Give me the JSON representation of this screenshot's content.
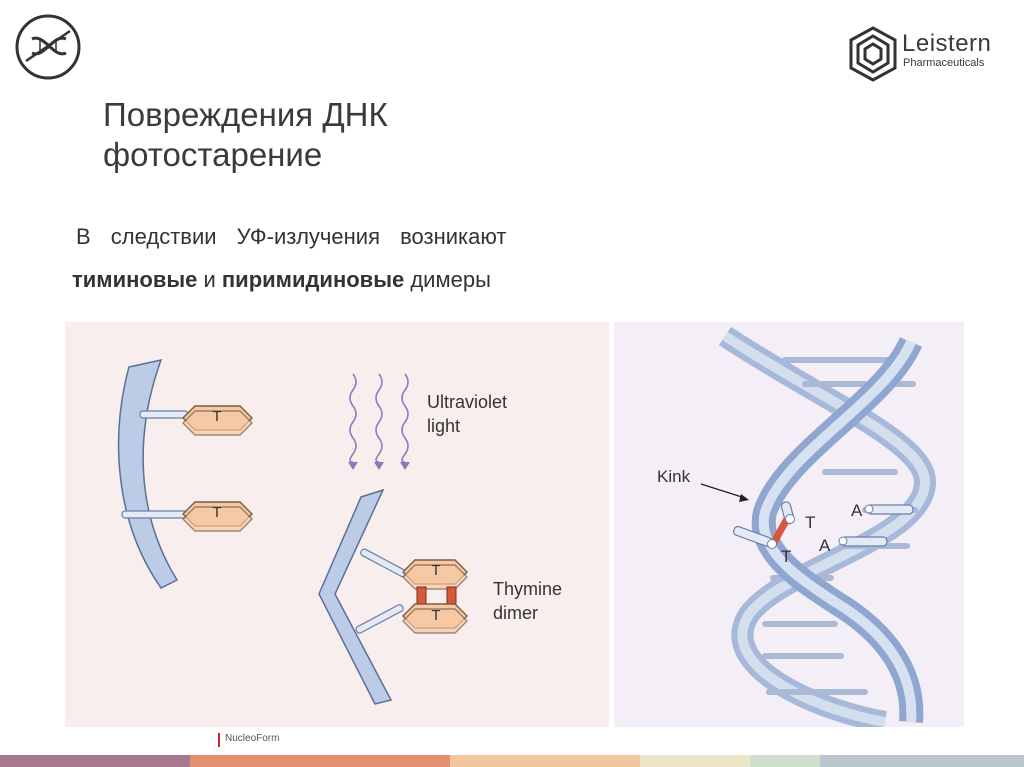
{
  "header": {
    "brand_name": "Leistern",
    "brand_sub": "Pharmaceuticals"
  },
  "title": {
    "line1": "Повреждения  ДНК",
    "line2": "фотостарение"
  },
  "body": {
    "line1": "В следствии УФ-излучения возникают",
    "line2_bold1": "тиминовые",
    "line2_mid": " и ",
    "line2_bold2": "пиримидиновые",
    "line2_end": " димеры"
  },
  "figure_left": {
    "base_label": "T",
    "uv_label_line1": "Ultraviolet",
    "uv_label_line2": "light",
    "dimer_label_line1": "Thymine",
    "dimer_label_line2": "dimer"
  },
  "figure_right": {
    "kink_label": "Kink",
    "t_label": "T",
    "a_label": "A"
  },
  "footer": {
    "label": "NucleoForm"
  },
  "colors": {
    "panel_bg": "#f8eeee",
    "strand": "#bccbe6",
    "base": "#f6c9a4",
    "dimer_bond": "#d9553b",
    "uv": "#8e7bbf",
    "footer_bar": [
      "#a8798e",
      "#e58f6d",
      "#f2c69f",
      "#ede5c8",
      "#cfdfcd",
      "#b9c6cc"
    ]
  }
}
